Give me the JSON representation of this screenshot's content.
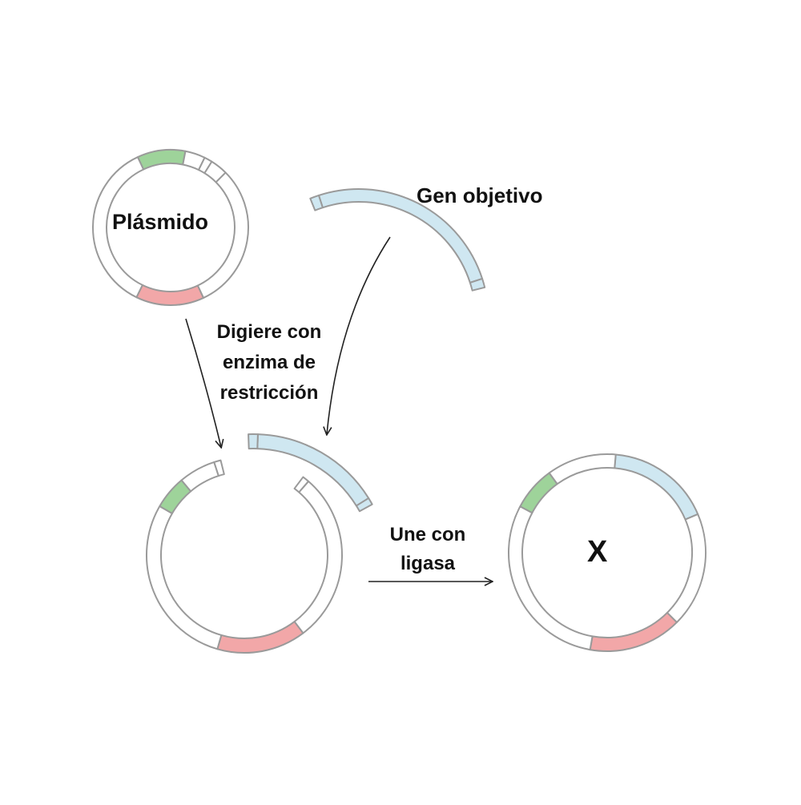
{
  "labels": {
    "plasmid": "Plásmido",
    "target_gene": "Gen objetivo",
    "digest_line1": "Digiere con",
    "digest_line2": "enzima de",
    "digest_line3": "restricción",
    "ligase_line1": "Une con",
    "ligase_line2": "ligasa",
    "result": "X"
  },
  "colors": {
    "marker_green": "#9ed39a",
    "marker_red": "#f2a7a8",
    "gene_blue": "#cfe7f1",
    "backbone": "#ffffff",
    "outline": "#9a9a9a",
    "arrow": "#222222"
  }
}
